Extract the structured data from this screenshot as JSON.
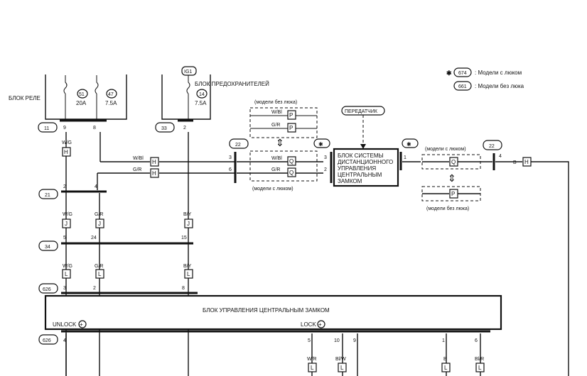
{
  "legend": {
    "star": "✱",
    "with_sunroof_code": "674",
    "with_sunroof_text": ": Модели с люком",
    "without_sunroof_code": "661",
    "without_sunroof_text": ": Модели без люка"
  },
  "relay_block": {
    "title": "БЛОК РЕЛЕ",
    "fuses": [
      {
        "number": "51",
        "rating": "20A"
      },
      {
        "number": "47",
        "rating": "7.5A"
      }
    ],
    "connector": "11",
    "pins": [
      "9",
      "8"
    ]
  },
  "fuse_block": {
    "title": "БЛОК ПРЕДОХРАНИТЕЛЕЙ",
    "supply": "IG1",
    "fuse": {
      "number": "14",
      "rating": "7.5A"
    },
    "connector": "33",
    "pin": "2"
  },
  "transmitter": "ПЕРЕДАТЧИК",
  "remote_unit": {
    "title_lines": [
      "БЛОК СИСТЕМЫ",
      "ДИСТАНЦИОННОГО",
      "УПРАВЛЕНИЯ",
      "ЦЕНТРАЛЬНЫМ",
      "ЗАМКОМ"
    ],
    "marker": "✱",
    "right_marker": "✱",
    "pin_right": "1"
  },
  "left_variant": {
    "top_label": "(модели без люка)",
    "bottom_label": "(модели с люком)",
    "top_rows": [
      {
        "wire": "W/Bl",
        "connector": "P"
      },
      {
        "wire": "G/R",
        "connector": "P"
      }
    ],
    "bottom_rows": [
      {
        "wire": "W/Bl",
        "connector": "Q",
        "pin": "3"
      },
      {
        "wire": "G/R",
        "connector": "Q",
        "pin": "2"
      }
    ],
    "updown": "⇕"
  },
  "right_variant": {
    "top_label": "(модели с люком)",
    "bottom_label": "(модели без люка)",
    "top_connector": "Q",
    "bottom_connector": "P",
    "updown": "⇕"
  },
  "junction_22_left": {
    "number": "22",
    "pins": [
      "3",
      "6"
    ]
  },
  "junction_22_right": {
    "number": "22",
    "pin": "4"
  },
  "wire_B": {
    "label": "B",
    "connector": "H"
  },
  "main_wires": [
    {
      "label": "W/Bl",
      "connector": "H"
    },
    {
      "label": "G/R",
      "connector": "H"
    }
  ],
  "col_wg_h": {
    "label": "W/G",
    "connector": "H"
  },
  "conn21": {
    "number": "21",
    "pins": [
      "2",
      "4"
    ]
  },
  "row_j": [
    {
      "label": "W/G",
      "connector": "J"
    },
    {
      "label": "G/R",
      "connector": "J"
    },
    {
      "label": "B/Y",
      "connector": "J"
    }
  ],
  "conn34": {
    "number": "34",
    "pins": [
      "5",
      "24",
      "15"
    ]
  },
  "row_l": [
    {
      "label": "W/G",
      "connector": "L"
    },
    {
      "label": "G/R",
      "connector": "L"
    },
    {
      "label": "B/Y",
      "connector": "L"
    }
  ],
  "conn626_top": {
    "number": "626",
    "pins": [
      "3",
      "2",
      "8"
    ]
  },
  "central_lock_unit": {
    "title": "БЛОК УПРАВЛЕНИЯ ЦЕНТРАЛЬНЫМ ЗАМКОМ",
    "unlock": "UNLOCK",
    "lock": "LOCK",
    "plus": "+"
  },
  "conn626_bottom": {
    "number": "626",
    "pins": [
      "4",
      "5",
      "10",
      "9",
      "1",
      "6"
    ]
  },
  "bottom_wires": [
    {
      "label": "W/R",
      "connector": "L"
    },
    {
      "label": "Bl/W",
      "connector": "L"
    },
    {
      "label": "B",
      "connector": "L"
    },
    {
      "label": "Bl/R",
      "connector": "L"
    }
  ]
}
